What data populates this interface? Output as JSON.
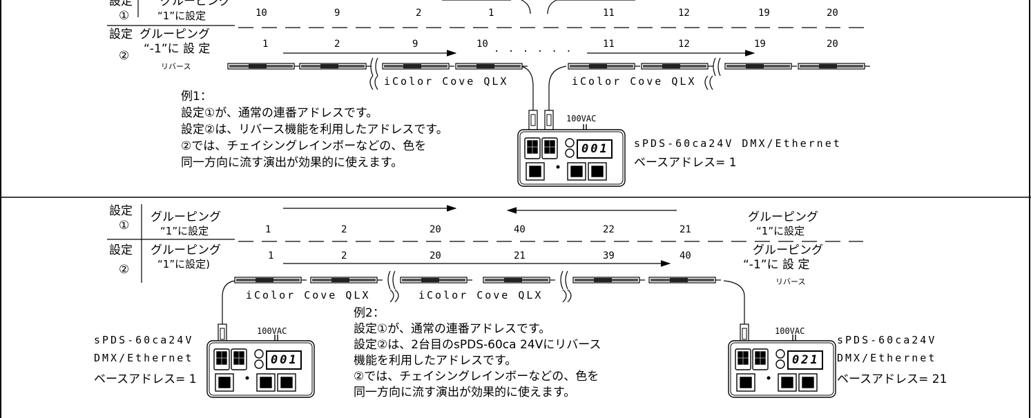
{
  "colors": {
    "line": "#000000",
    "background": "#ffffff",
    "fixture": "#3a3a3a"
  },
  "panel1": {
    "set1_label": "設定",
    "set1_num": "①",
    "set1_grouping": "グルーピング",
    "set1_grouping_val": "“1”に設定",
    "set1_addresses": [
      "10",
      "9",
      "2",
      "1",
      "11",
      "12",
      "19",
      "20"
    ],
    "set2_label": "設定",
    "set2_grouping": "グルーピング",
    "set2_grouping_val": "“-1”に 設 定",
    "set2_num": "②",
    "set2_reverse": "リバース",
    "set2_addresses": [
      "1",
      "2",
      "9",
      "10",
      "11",
      "12",
      "19",
      "20"
    ],
    "dots": ". . . . . .",
    "fixture_left_label": "iColor Cove QLX",
    "fixture_right_label": "iColor Cove QLX",
    "example_lines": [
      "例1：",
      "設定①が、通常の連番アドレスです。",
      "設定②は、リバース機能を利用したアドレスです。",
      "②では、チェイシングレインボーなどの、色を",
      "同一方向に流す演出が効果的に使えます。"
    ],
    "power_label": "100VAC",
    "display_value": "001",
    "device_name": "sPDS-60ca24V DMX/Ethernet",
    "base_address": "ベースアドレス= 1"
  },
  "panel2": {
    "set1_label": "設定",
    "set1_num": "①",
    "set1_grouping": "グルーピング",
    "set1_grouping_val": "“1”に設定",
    "set1_addresses": [
      "1",
      "2",
      "20",
      "40",
      "22",
      "21"
    ],
    "set2_label": "設定",
    "set2_num": "②",
    "set2_grouping": "グルーピング",
    "set2_grouping_val": "“1”に設定)",
    "set2_addresses": [
      "1",
      "2",
      "20",
      "21",
      "39",
      "40"
    ],
    "right_grouping1": "グルーピング",
    "right_grouping1_val": "“1”に設定",
    "right_grouping2": "グルーピング",
    "right_grouping2_val": "“-1”に 設 定",
    "right_reverse": "リバース",
    "fixture_left_label": "iColor Cove QLX",
    "fixture_right_label": "iColor Cove QLX",
    "example_lines": [
      "例2：",
      "設定①が、通常の連番アドレスです。",
      "設定②は、2台目のsPDS-60ca 24Vにリバース",
      "機能を利用したアドレスです。",
      "②では、チェイシングレインボーなどの、色を",
      "同一方向に流す演出が効果的に使えます。"
    ],
    "left_device": {
      "power_label": "100VAC",
      "display_value": "001",
      "name_line1": "sPDS-60ca24V",
      "name_line2": "DMX/Ethernet",
      "base_address": "ベースアドレス= 1"
    },
    "right_device": {
      "power_label": "100VAC",
      "display_value": "021",
      "name_line1": "sPDS-60ca24V",
      "name_line2": "DMX/Ethernet",
      "base_address": "ベースアドレス= 21"
    }
  }
}
